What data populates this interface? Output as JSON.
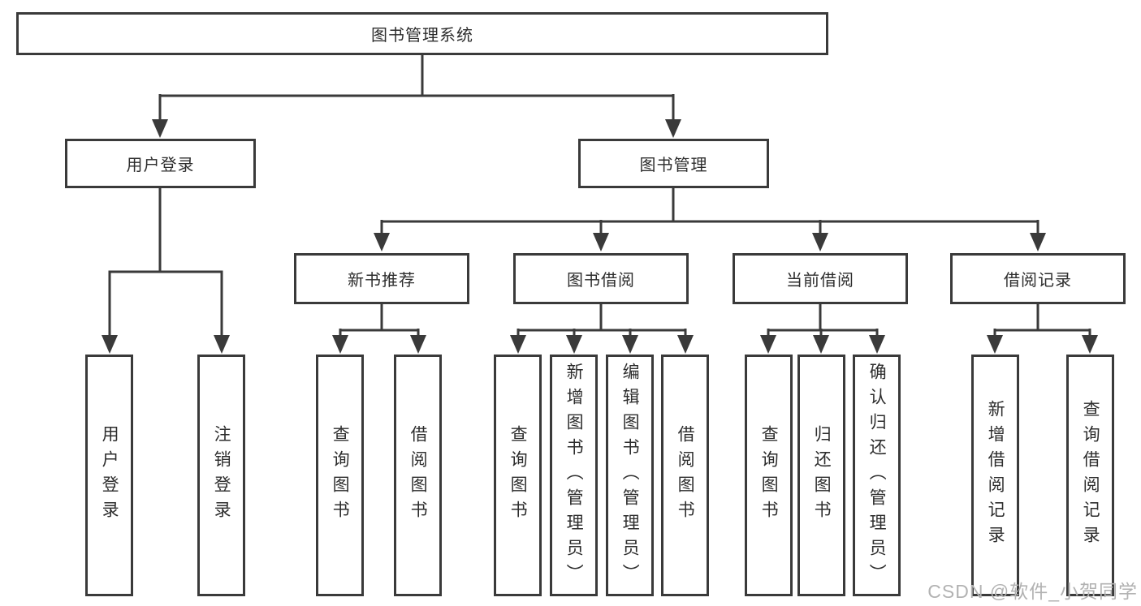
{
  "colors": {
    "line": "#3a3a3a",
    "box_border": "#3a3a3a",
    "box_background": "#ffffff",
    "text": "#2d2d2d",
    "watermark": "#b2b2b2",
    "page_background": "#ffffff"
  },
  "tree": {
    "root": {
      "label": "图书管理系统"
    },
    "user_login": {
      "label": "用户登录",
      "children": {
        "login": {
          "label": "用户登录"
        },
        "logout": {
          "label": "注销登录"
        }
      }
    },
    "book_mgmt": {
      "label": "图书管理",
      "children": {
        "new_book": {
          "label": "新书推荐",
          "children": {
            "query": {
              "label": "查询图书"
            },
            "borrow": {
              "label": "借阅图书"
            }
          }
        },
        "borrowing": {
          "label": "图书借阅",
          "children": {
            "query": {
              "label": "查询图书"
            },
            "add": {
              "label": "新增图书（管理员）"
            },
            "edit": {
              "label": "编辑图书（管理员）"
            },
            "borrow": {
              "label": "借阅图书"
            }
          }
        },
        "current": {
          "label": "当前借阅",
          "children": {
            "query": {
              "label": "查询图书"
            },
            "return": {
              "label": "归还图书"
            },
            "confirm": {
              "label": "确认归还（管理员）"
            }
          }
        },
        "records": {
          "label": "借阅记录",
          "children": {
            "add": {
              "label": "新增借阅记录"
            },
            "query": {
              "label": "查询借阅记录"
            }
          }
        }
      }
    }
  },
  "watermark": {
    "text": "CSDN @软件_小贺同学"
  }
}
